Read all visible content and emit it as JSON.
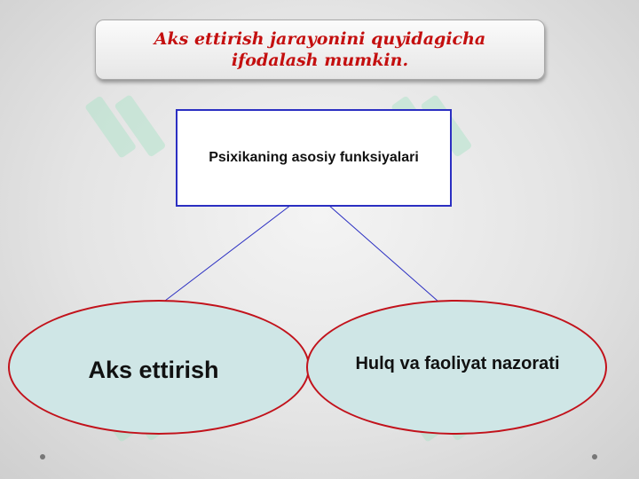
{
  "slide": {
    "title": "Aks ettirish jarayonini quyidagicha\nifodalash mumkin."
  },
  "diagram": {
    "root": {
      "label": "Psixikaning asosiy funksiyalari"
    },
    "children": [
      {
        "label": "Aks ettirish"
      },
      {
        "label": "Hulq va faoliyat nazorati"
      }
    ]
  },
  "colors": {
    "title_text": "#c40f0f",
    "root_border": "#2b2fc2",
    "connector": "#2b2fc2",
    "ellipse_fill": "#cfe6e6",
    "ellipse_border": "#c2121b",
    "watermark": "#a6e3c4"
  }
}
